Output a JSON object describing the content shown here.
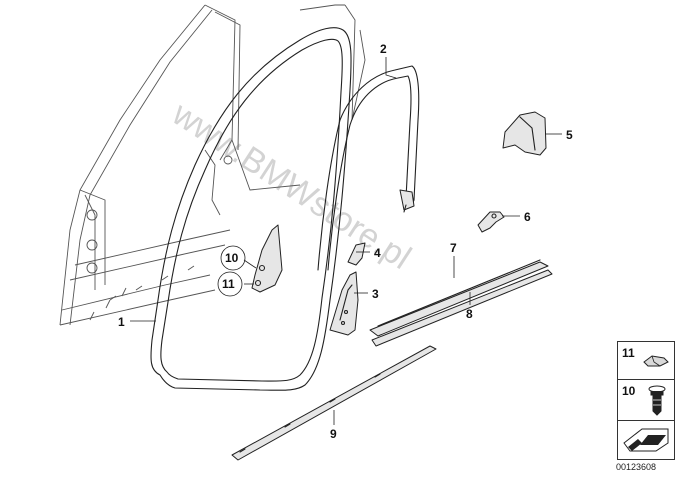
{
  "callouts": [
    {
      "id": "1",
      "label": "1"
    },
    {
      "id": "2",
      "label": "2"
    },
    {
      "id": "3",
      "label": "3"
    },
    {
      "id": "4",
      "label": "4"
    },
    {
      "id": "5",
      "label": "5"
    },
    {
      "id": "6",
      "label": "6"
    },
    {
      "id": "7",
      "label": "7"
    },
    {
      "id": "8",
      "label": "8"
    },
    {
      "id": "9",
      "label": "9"
    },
    {
      "id": "10",
      "label": "10"
    },
    {
      "id": "11",
      "label": "11"
    }
  ],
  "watermark": "www.BMWstore.pl",
  "legend": {
    "items": [
      {
        "label": "11",
        "icon": "clip-icon"
      },
      {
        "label": "10",
        "icon": "push-rivet-icon"
      },
      {
        "label": "",
        "icon": "arrow-icon"
      }
    ]
  },
  "diagram_number": "00123608"
}
